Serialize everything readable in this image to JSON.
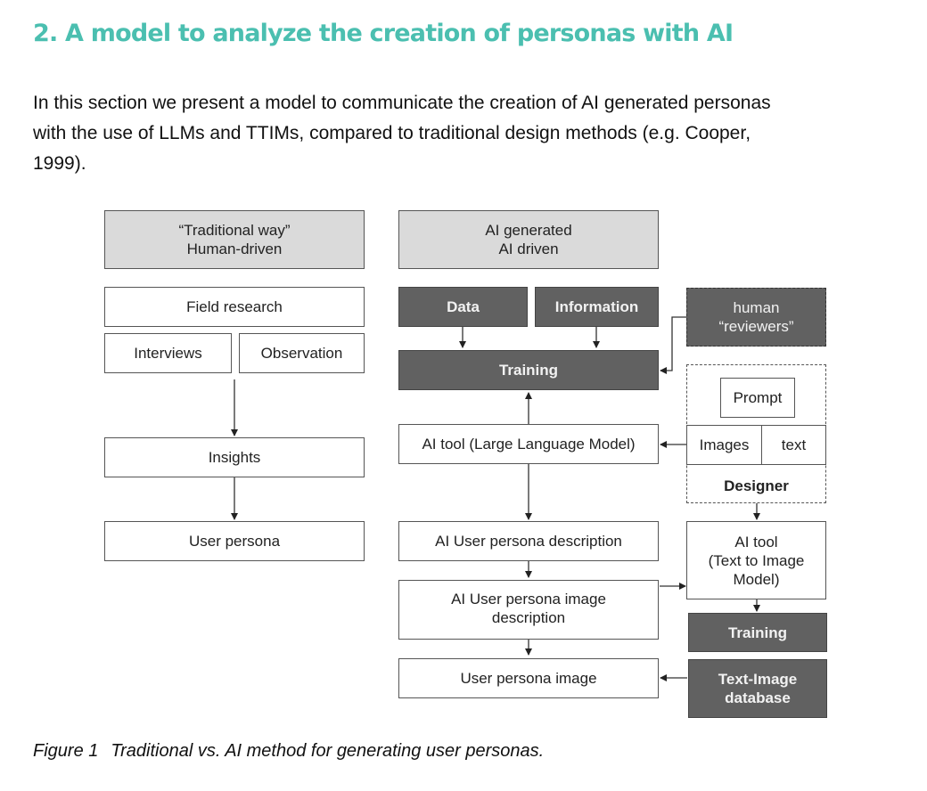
{
  "section": {
    "heading": "2. A model to analyze the creation of personas with AI",
    "paragraph_lines": [
      "In this section we present a model to communicate the creation of AI generated personas",
      "with the use of LLMs and TTIMs, compared to traditional design methods (e.g. Cooper,",
      "1999)."
    ]
  },
  "figure": {
    "caption_number": "Figure 1",
    "caption_text": "Traditional vs. AI method for generating user personas.",
    "traditional": {
      "header_line1": "“Traditional way”",
      "header_line2": "Human-driven",
      "field_research": "Field research",
      "interviews": "Interviews",
      "observation": "Observation",
      "insights": "Insights",
      "user_persona": "User persona"
    },
    "ai": {
      "header_line1": "AI generated",
      "header_line2": "AI driven",
      "data": "Data",
      "information": "Information",
      "training": "Training",
      "llm_tool": "AI tool (Large Language Model)",
      "persona_description": "AI User persona description",
      "persona_image_description_line1": "AI User persona image",
      "persona_image_description_line2": "description",
      "persona_image": "User persona image"
    },
    "side": {
      "reviewers_line1": "human",
      "reviewers_line2": "“reviewers”",
      "prompt": "Prompt",
      "images": "Images",
      "text": "text",
      "designer": "Designer",
      "ttim_line1": "AI tool",
      "ttim_line2": "(Text to Image",
      "ttim_line3": "Model)",
      "training": "Training",
      "database_line1": "Text-Image",
      "database_line2": "database"
    }
  }
}
